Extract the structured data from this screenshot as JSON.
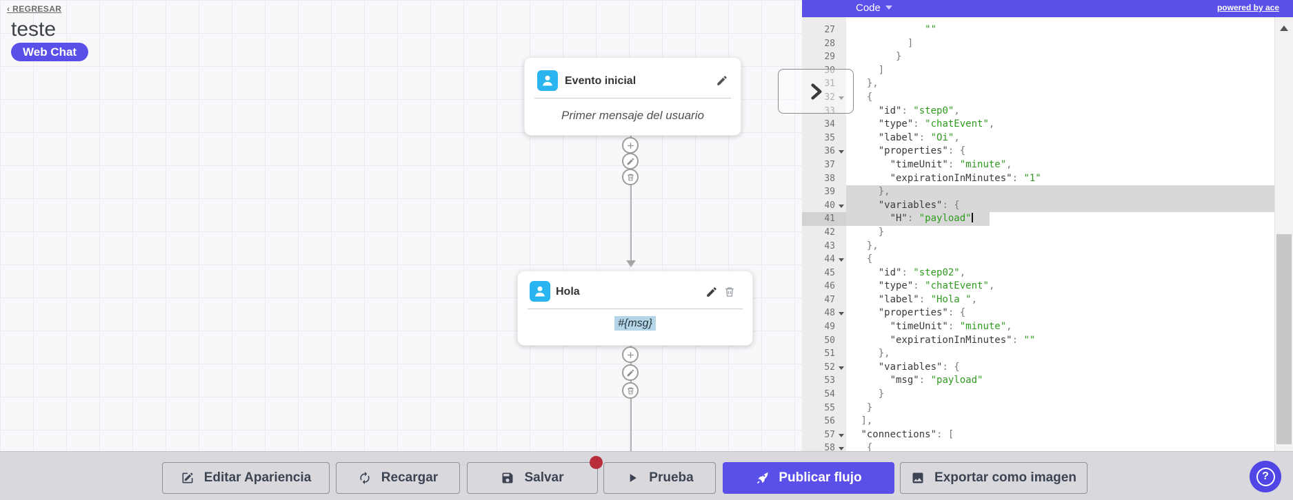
{
  "accent": "#5a4fe8",
  "help_accent": "#4f46e5",
  "canvas": {
    "back_link": "‹ REGRESAR",
    "flow_title": "teste",
    "channel_badge": "Web Chat"
  },
  "nodes": [
    {
      "title": "Evento inicial",
      "body": "Primer mensaje del usuario",
      "icon": "user-icon"
    },
    {
      "title": "Hola",
      "body": "#{msg}",
      "icon": "user-icon"
    }
  ],
  "code_panel": {
    "mode_label": "Code",
    "powered_by": "powered by ace",
    "editor": {
      "lines": [
        {
          "n": 27,
          "ind": 12,
          "toks": [
            [
              "s",
              "\"\""
            ]
          ]
        },
        {
          "n": 28,
          "ind": 9,
          "toks": [
            [
              "p",
              "]"
            ]
          ]
        },
        {
          "n": 29,
          "ind": 7,
          "toks": [
            [
              "p",
              "}"
            ]
          ]
        },
        {
          "n": 30,
          "ind": 4,
          "toks": [
            [
              "p",
              "]"
            ]
          ]
        },
        {
          "n": 31,
          "ind": 2,
          "toks": [
            [
              "p",
              "},"
            ]
          ]
        },
        {
          "n": 32,
          "ind": 2,
          "fold": true,
          "toks": [
            [
              "p",
              "{"
            ]
          ]
        },
        {
          "n": 33,
          "ind": 4,
          "toks": [
            [
              "k",
              "\"id\""
            ],
            [
              "p",
              ": "
            ],
            [
              "s",
              "\"step0\""
            ],
            [
              "p",
              ","
            ]
          ]
        },
        {
          "n": 34,
          "ind": 4,
          "toks": [
            [
              "k",
              "\"type\""
            ],
            [
              "p",
              ": "
            ],
            [
              "s",
              "\"chatEvent\""
            ],
            [
              "p",
              ","
            ]
          ]
        },
        {
          "n": 35,
          "ind": 4,
          "toks": [
            [
              "k",
              "\"label\""
            ],
            [
              "p",
              ": "
            ],
            [
              "s",
              "\"Oi\""
            ],
            [
              "p",
              ","
            ]
          ]
        },
        {
          "n": 36,
          "ind": 4,
          "fold": true,
          "toks": [
            [
              "k",
              "\"properties\""
            ],
            [
              "p",
              ": {"
            ]
          ]
        },
        {
          "n": 37,
          "ind": 6,
          "toks": [
            [
              "k",
              "\"timeUnit\""
            ],
            [
              "p",
              ": "
            ],
            [
              "s",
              "\"minute\""
            ],
            [
              "p",
              ","
            ]
          ]
        },
        {
          "n": 38,
          "ind": 6,
          "toks": [
            [
              "k",
              "\"expirationInMinutes\""
            ],
            [
              "p",
              ": "
            ],
            [
              "s",
              "\"1\""
            ]
          ]
        },
        {
          "n": 39,
          "ind": 4,
          "sel": "full",
          "toks": [
            [
              "p",
              "},"
            ]
          ]
        },
        {
          "n": 40,
          "ind": 4,
          "fold": true,
          "sel": "full",
          "toks": [
            [
              "k",
              "\"variables\""
            ],
            [
              "p",
              ": {"
            ]
          ]
        },
        {
          "n": 41,
          "ind": 6,
          "sel": "partial",
          "cursor": true,
          "active": true,
          "toks": [
            [
              "k",
              "\"H\""
            ],
            [
              "p",
              ": "
            ],
            [
              "s",
              "\"payload\""
            ]
          ]
        },
        {
          "n": 42,
          "ind": 4,
          "toks": [
            [
              "p",
              "}"
            ]
          ]
        },
        {
          "n": 43,
          "ind": 2,
          "toks": [
            [
              "p",
              "},"
            ]
          ]
        },
        {
          "n": 44,
          "ind": 2,
          "fold": true,
          "toks": [
            [
              "p",
              "{"
            ]
          ]
        },
        {
          "n": 45,
          "ind": 4,
          "toks": [
            [
              "k",
              "\"id\""
            ],
            [
              "p",
              ": "
            ],
            [
              "s",
              "\"step02\""
            ],
            [
              "p",
              ","
            ]
          ]
        },
        {
          "n": 46,
          "ind": 4,
          "toks": [
            [
              "k",
              "\"type\""
            ],
            [
              "p",
              ": "
            ],
            [
              "s",
              "\"chatEvent\""
            ],
            [
              "p",
              ","
            ]
          ]
        },
        {
          "n": 47,
          "ind": 4,
          "toks": [
            [
              "k",
              "\"label\""
            ],
            [
              "p",
              ": "
            ],
            [
              "s",
              "\"Hola \""
            ],
            [
              "p",
              ","
            ]
          ]
        },
        {
          "n": 48,
          "ind": 4,
          "fold": true,
          "toks": [
            [
              "k",
              "\"properties\""
            ],
            [
              "p",
              ": {"
            ]
          ]
        },
        {
          "n": 49,
          "ind": 6,
          "toks": [
            [
              "k",
              "\"timeUnit\""
            ],
            [
              "p",
              ": "
            ],
            [
              "s",
              "\"minute\""
            ],
            [
              "p",
              ","
            ]
          ]
        },
        {
          "n": 50,
          "ind": 6,
          "toks": [
            [
              "k",
              "\"expirationInMinutes\""
            ],
            [
              "p",
              ": "
            ],
            [
              "s",
              "\"\""
            ]
          ]
        },
        {
          "n": 51,
          "ind": 4,
          "toks": [
            [
              "p",
              "},"
            ]
          ]
        },
        {
          "n": 52,
          "ind": 4,
          "fold": true,
          "toks": [
            [
              "k",
              "\"variables\""
            ],
            [
              "p",
              ": {"
            ]
          ]
        },
        {
          "n": 53,
          "ind": 6,
          "toks": [
            [
              "k",
              "\"msg\""
            ],
            [
              "p",
              ": "
            ],
            [
              "s",
              "\"payload\""
            ]
          ]
        },
        {
          "n": 54,
          "ind": 4,
          "toks": [
            [
              "p",
              "}"
            ]
          ]
        },
        {
          "n": 55,
          "ind": 2,
          "toks": [
            [
              "p",
              "}"
            ]
          ]
        },
        {
          "n": 56,
          "ind": 1,
          "toks": [
            [
              "p",
              "],"
            ]
          ]
        },
        {
          "n": 57,
          "ind": 1,
          "fold": true,
          "toks": [
            [
              "k",
              "\"connections\""
            ],
            [
              "p",
              ": ["
            ]
          ]
        },
        {
          "n": 58,
          "ind": 2,
          "fold": true,
          "toks": [
            [
              "p",
              "{"
            ]
          ]
        }
      ]
    }
  },
  "toolbar": {
    "buttons": [
      {
        "label": "Editar Apariencia"
      },
      {
        "label": "Recargar"
      },
      {
        "label": "Salvar"
      },
      {
        "label": "Prueba"
      },
      {
        "label": "Publicar flujo"
      },
      {
        "label": "Exportar como imagen"
      }
    ]
  },
  "help_label": "?"
}
